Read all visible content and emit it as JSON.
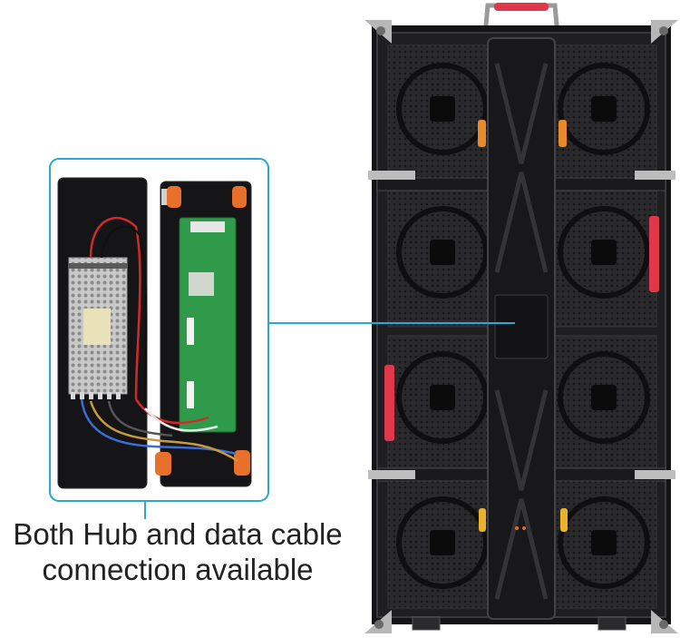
{
  "caption": {
    "line1": "Both  Hub and data cable",
    "line2": "connection available"
  },
  "colors": {
    "callout_line": "#2aa7d6",
    "panel_body": "#1c1c1e",
    "handle_red": "#e0384a",
    "latch_orange": "#e8892a",
    "pcb_green": "#2f9a4a"
  },
  "icons": [
    "led-cabinet-back-photo",
    "control-box-inset-photo",
    "callout-connector-line"
  ]
}
